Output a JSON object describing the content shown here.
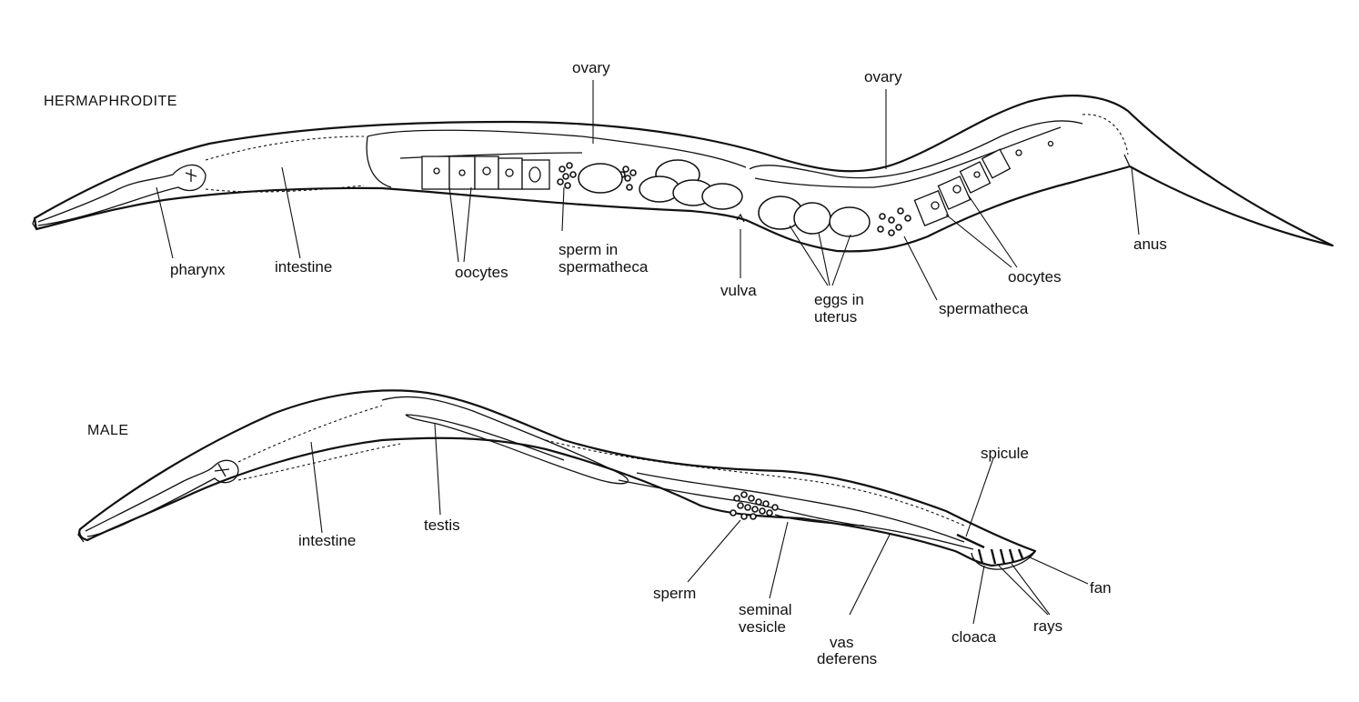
{
  "hermaphrodite": {
    "title": "HERMAPHRODITE",
    "labels": {
      "ovary_front": "ovary",
      "ovary_back": "ovary",
      "pharynx": "pharynx",
      "intestine": "intestine",
      "oocytes_front": "oocytes",
      "sperm_in_spermatheca_1": "sperm in",
      "sperm_in_spermatheca_2": "spermatheca",
      "vulva": "vulva",
      "eggs_in_uterus_1": "eggs in",
      "eggs_in_uterus_2": "uterus",
      "spermatheca": "spermatheca",
      "oocytes_back": "oocytes",
      "anus": "anus"
    }
  },
  "male": {
    "title": "MALE",
    "labels": {
      "intestine": "intestine",
      "testis": "testis",
      "sperm": "sperm",
      "seminal_vesicle_1": "seminal",
      "seminal_vesicle_2": "vesicle",
      "vas_deferens_1": "vas",
      "vas_deferens_2": "deferens",
      "spicule": "spicule",
      "fan": "fan",
      "cloaca": "cloaca",
      "rays": "rays"
    }
  }
}
